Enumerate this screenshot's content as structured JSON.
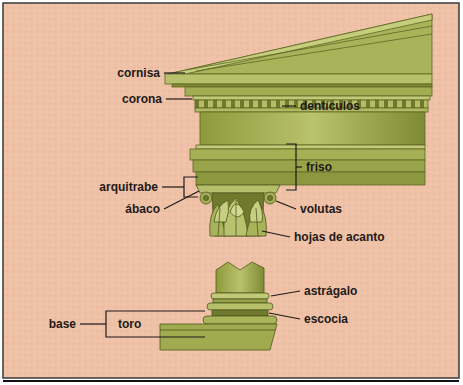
{
  "diagram": {
    "labels": [
      "cornisa",
      "corona",
      "dentículos",
      "friso",
      "arquitrabe",
      "ábaco",
      "volutas",
      "hojas de acanto",
      "astrágalo",
      "base",
      "toro",
      "escocia"
    ]
  }
}
